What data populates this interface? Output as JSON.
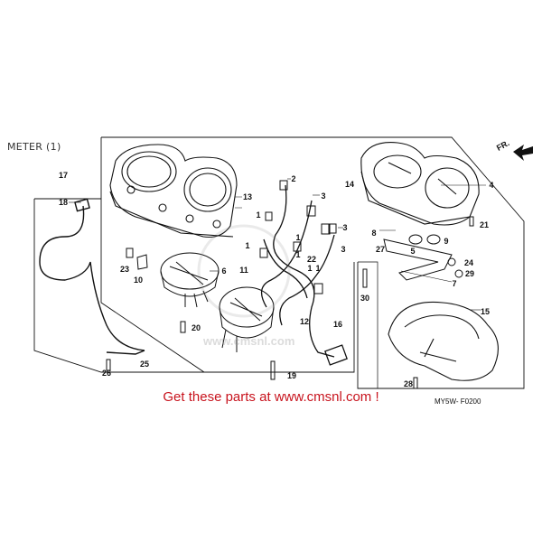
{
  "title": "METER (1)",
  "direction_label": "FR.",
  "diagram_code": "MY5W- F0200",
  "promo_text": "Get these parts at www.cmsnl.com !",
  "watermark_text": "www.cmsnl.com",
  "callouts": [
    {
      "id": "c17",
      "label": "17"
    },
    {
      "id": "c18",
      "label": "18"
    },
    {
      "id": "c13",
      "label": "13"
    },
    {
      "id": "c2",
      "label": "2"
    },
    {
      "id": "c3a",
      "label": "3"
    },
    {
      "id": "c1a",
      "label": "1"
    },
    {
      "id": "c3b",
      "label": "3"
    },
    {
      "id": "c1b",
      "label": "1"
    },
    {
      "id": "c1c",
      "label": "1"
    },
    {
      "id": "c3c",
      "label": "3"
    },
    {
      "id": "c1d",
      "label": "1"
    },
    {
      "id": "c1e",
      "label": "1"
    },
    {
      "id": "c22",
      "label": "22"
    },
    {
      "id": "c1f",
      "label": "1"
    },
    {
      "id": "c23",
      "label": "23"
    },
    {
      "id": "c10",
      "label": "10"
    },
    {
      "id": "c6",
      "label": "6"
    },
    {
      "id": "c11",
      "label": "11"
    },
    {
      "id": "c20",
      "label": "20"
    },
    {
      "id": "c12",
      "label": "12"
    },
    {
      "id": "c16",
      "label": "16"
    },
    {
      "id": "c19",
      "label": "19"
    },
    {
      "id": "c26",
      "label": "26"
    },
    {
      "id": "c25",
      "label": "25"
    },
    {
      "id": "c14",
      "label": "14"
    },
    {
      "id": "c4",
      "label": "4"
    },
    {
      "id": "c21",
      "label": "21"
    },
    {
      "id": "c8",
      "label": "8"
    },
    {
      "id": "c27",
      "label": "27"
    },
    {
      "id": "c5",
      "label": "5"
    },
    {
      "id": "c9",
      "label": "9"
    },
    {
      "id": "c24",
      "label": "24"
    },
    {
      "id": "c29",
      "label": "29"
    },
    {
      "id": "c7",
      "label": "7"
    },
    {
      "id": "c30",
      "label": "30"
    },
    {
      "id": "c15",
      "label": "15"
    },
    {
      "id": "c28",
      "label": "28"
    }
  ]
}
